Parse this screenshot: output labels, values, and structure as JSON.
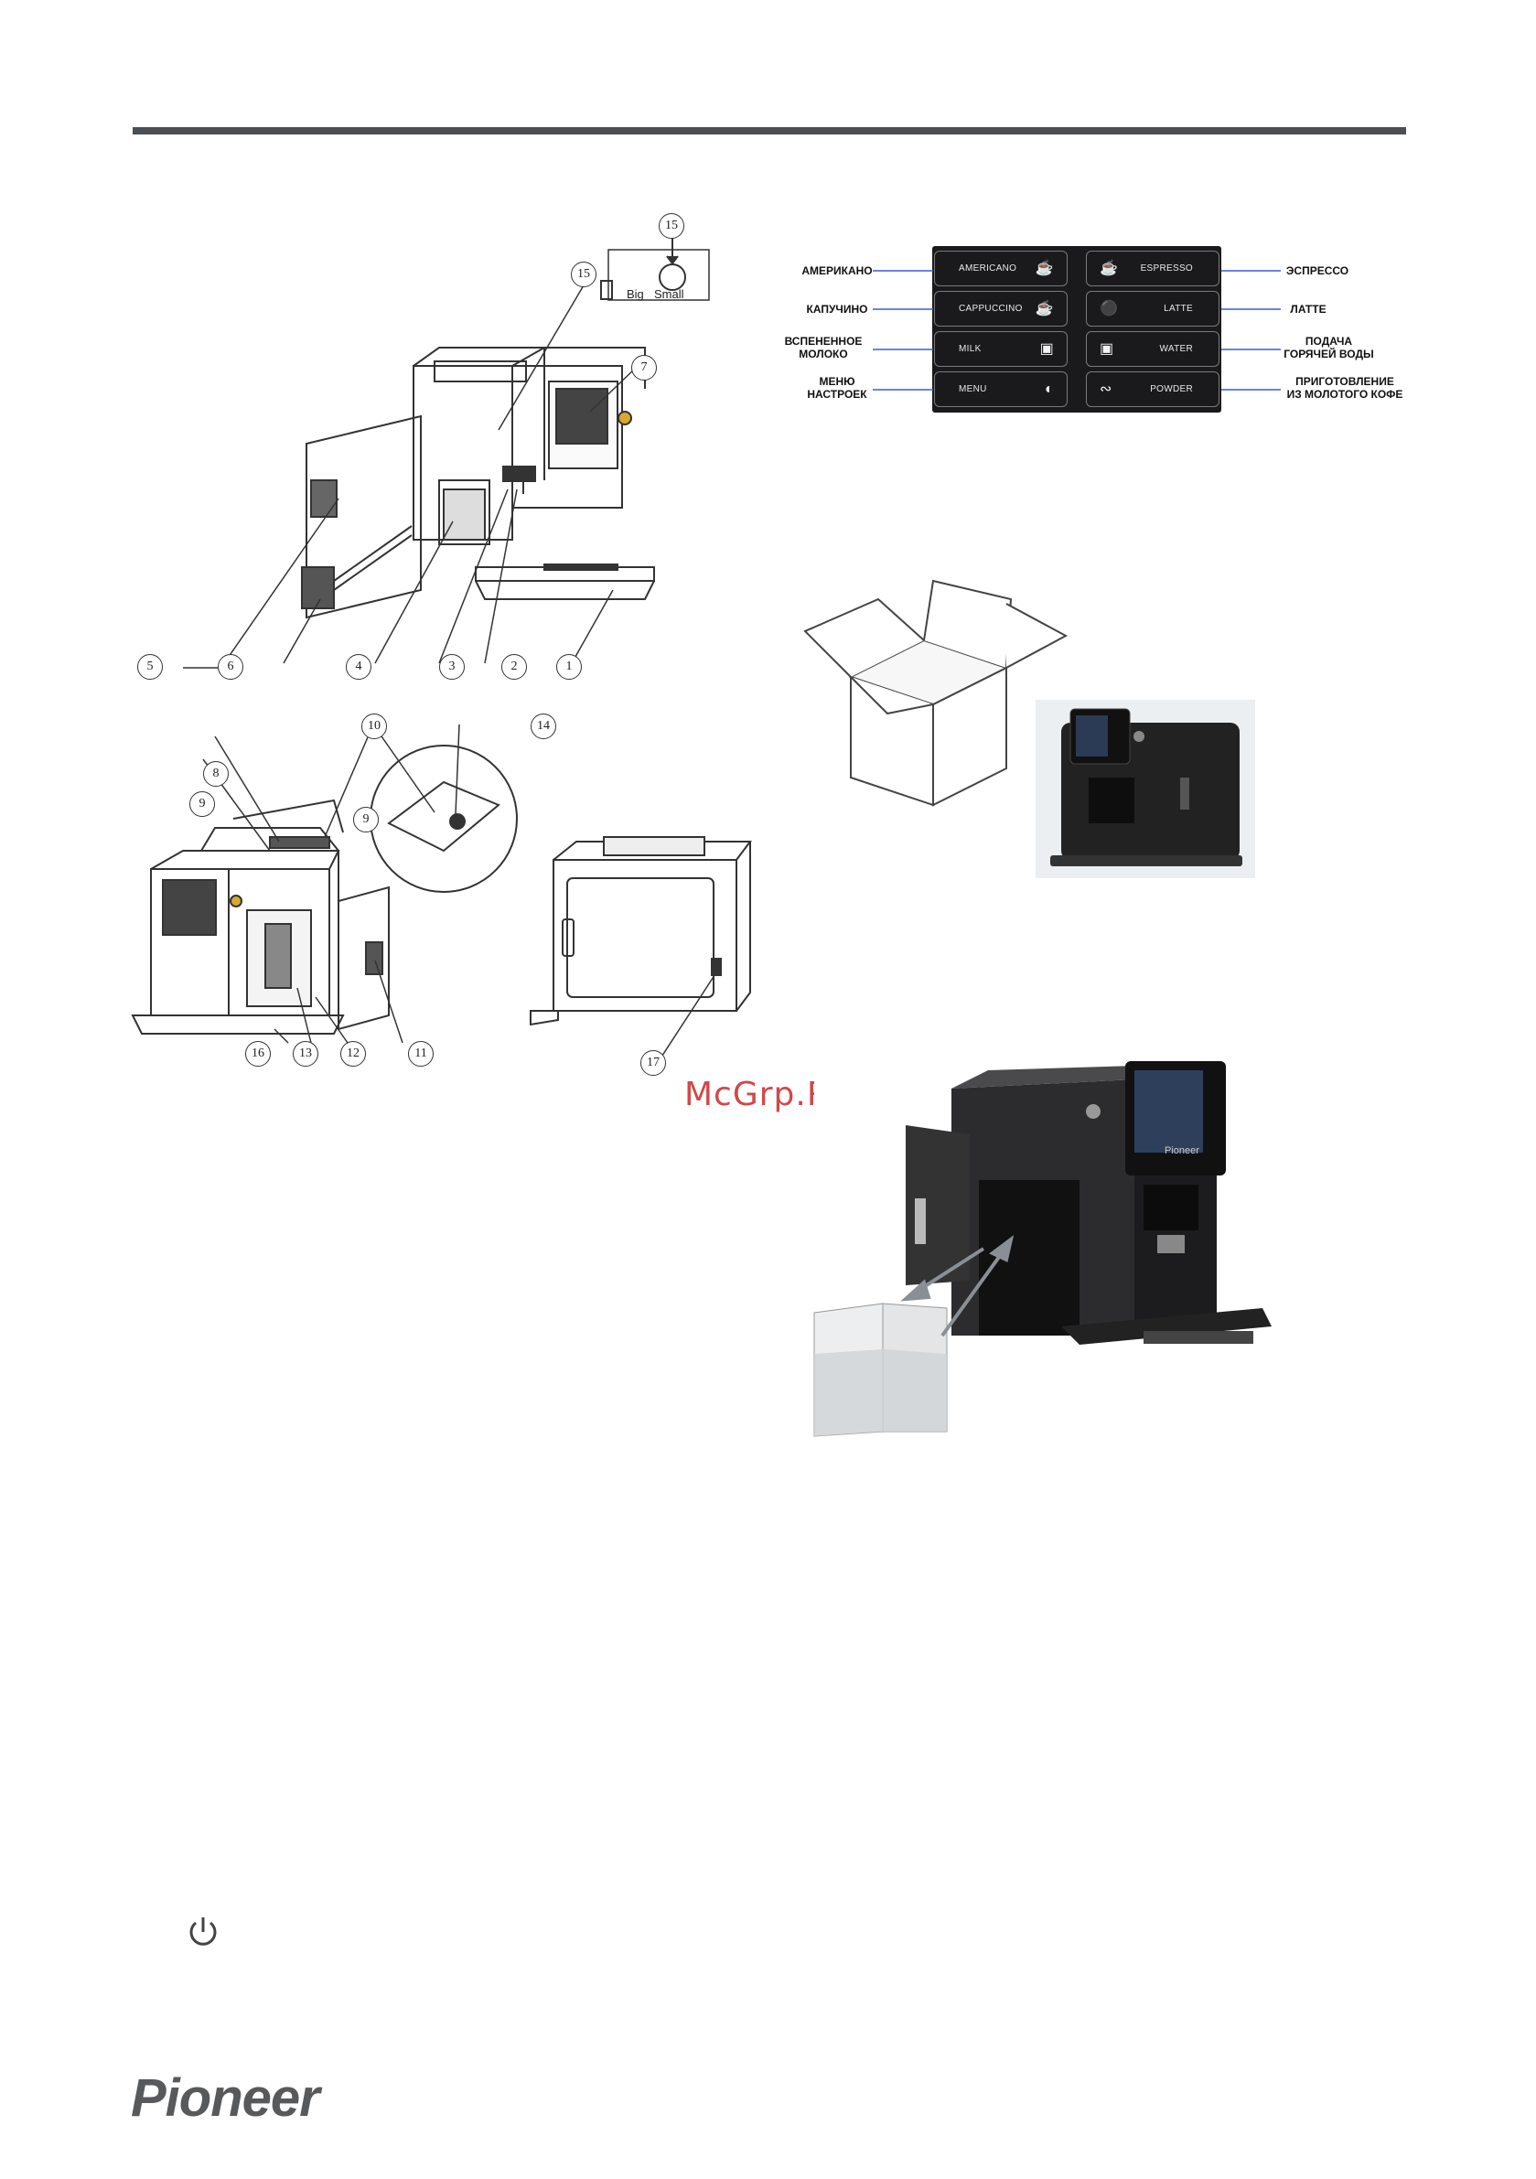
{
  "diagram_top": {
    "callouts": [
      "15",
      "15",
      "7",
      "5",
      "6",
      "4",
      "3",
      "2",
      "1"
    ],
    "selector_labels": {
      "big": "Big",
      "small": "Small"
    }
  },
  "diagram_bottom": {
    "callouts": [
      "10",
      "14",
      "8",
      "9",
      "9",
      "16",
      "13",
      "12",
      "11",
      "17"
    ]
  },
  "control_panel": {
    "buttons_left": [
      {
        "label": "AMERICANO",
        "icon": "cup-icon",
        "ru": "АМЕРИКАНО"
      },
      {
        "label": "CAPPUCCINO",
        "icon": "cappuccino-icon",
        "ru": "КАПУЧИНО"
      },
      {
        "label": "MILK",
        "icon": "milk-glass-icon",
        "ru": "ВСПЕНЕННОЕ МОЛОКО"
      },
      {
        "label": "MENU",
        "icon": "settings-dial-icon",
        "ru": "МЕНЮ НАСТРОЕК"
      }
    ],
    "buttons_right": [
      {
        "label": "ESPRESSO",
        "icon": "espresso-icon",
        "ru": "ЭСПРЕССО"
      },
      {
        "label": "LATTE",
        "icon": "latte-icon",
        "ru": "ЛАТТЕ"
      },
      {
        "label": "WATER",
        "icon": "water-icon",
        "ru": "ПОДАЧА ГОРЯЧЕЙ ВОДЫ"
      },
      {
        "label": "POWDER",
        "icon": "powder-scoop-icon",
        "ru": "ПРИГОТОВЛЕНИЕ ИЗ МОЛОТОГО КОФЕ"
      }
    ]
  },
  "ru_lines": {
    "milk": [
      "ВСПЕНЕННОЕ",
      "МОЛОКО"
    ],
    "menu": [
      "МЕНЮ",
      "НАСТРОЕК"
    ],
    "water": [
      "ПОДАЧА",
      "ГОРЯЧЕЙ ВОДЫ"
    ],
    "powder": [
      "ПРИГОТОВЛЕНИЕ",
      "ИЗ МОЛОТОГО КОФЕ"
    ]
  },
  "machine_brand": "Pioneer",
  "watermark": "McGrp.Ru",
  "footer": {
    "brand": "Pioneer"
  },
  "icons": {
    "power": "power-icon"
  },
  "colors": {
    "rule": "#4b4f55",
    "panel": "#1a1a1c",
    "leader": "#3a5bd9",
    "watermark": "#d24848",
    "logo": "#58595b"
  }
}
